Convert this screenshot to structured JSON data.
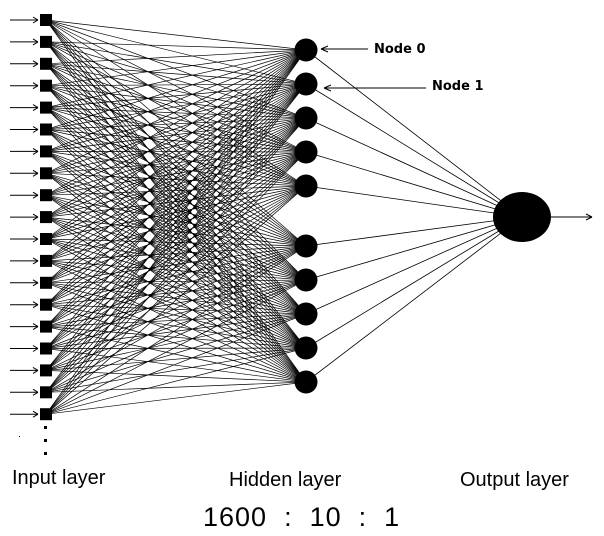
{
  "annotations": {
    "node0": "Node 0",
    "node1": "Node 1"
  },
  "layers": {
    "input": "Input layer",
    "hidden": "Hidden layer",
    "output": "Output layer"
  },
  "ratio": "1600  :  10  :  1",
  "colors": {
    "ink": "#000000",
    "background": "#ffffff"
  },
  "icons": {
    "input_node": "filled-square",
    "hidden_node": "filled-circle",
    "output_node": "filled-ellipse",
    "continuation": "vertical-ellipsis"
  }
}
